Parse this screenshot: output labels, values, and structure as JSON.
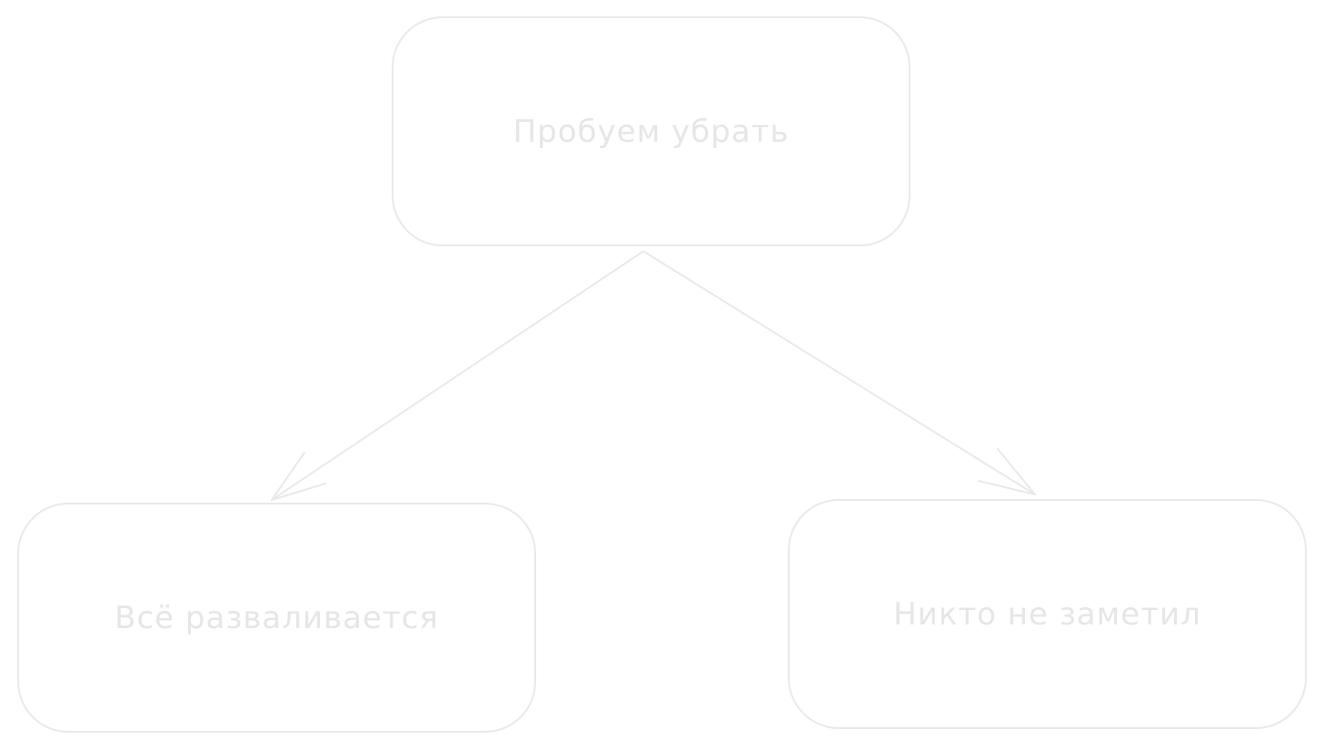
{
  "nodes": {
    "top": {
      "label": "Пробуем убрать"
    },
    "left": {
      "label": "Всё разваливается"
    },
    "right": {
      "label": "Никто не заметил"
    }
  },
  "colors": {
    "stroke": "#e9e9e9",
    "text": "#e6e6e6"
  }
}
